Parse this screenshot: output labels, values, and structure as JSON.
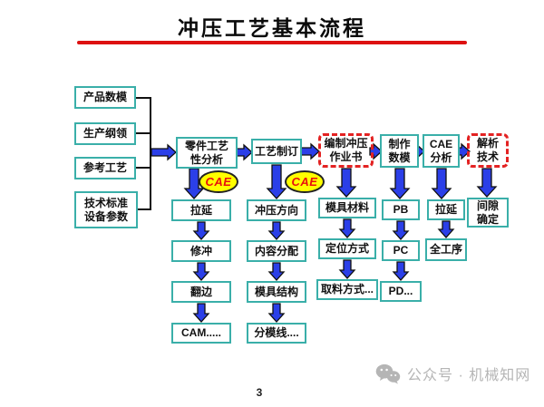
{
  "page": {
    "title": "冲压工艺基本流程",
    "page_number": "3",
    "watermark_text": "公众号 · 机械知网"
  },
  "inputs": [
    "产品数模",
    "生产纲领",
    "参考工艺",
    "技术标准\n设备参数"
  ],
  "main_flow": [
    "零件工艺\n性分析",
    "工艺制订",
    "编制冲压\n作业书",
    "制作\n数模",
    "CAE\n分析",
    "解析\n技术"
  ],
  "cae_badges": [
    "CAE",
    "CAE"
  ],
  "col1": [
    "拉延",
    "修冲",
    "翻边",
    "CAM....."
  ],
  "col2": [
    "冲压方向",
    "内容分配",
    "模具结构",
    "分模线...."
  ],
  "col3": [
    "模具材料",
    "定位方式",
    "取料方式..."
  ],
  "col4": [
    "PB",
    "PC",
    "PD..."
  ],
  "col5": [
    "拉延",
    "全工序"
  ],
  "col6": [
    "间隙\n确定"
  ],
  "colors": {
    "box_border_teal": "#3aafa9",
    "dashed_border_red": "#e32222",
    "arrow_blue": "#2b3fe8",
    "cae_fill_yellow": "#ffff00",
    "cae_text_red": "#e80f0f",
    "title_rule_red": "#dd1111",
    "watermark_gray": "#b5b5b5"
  }
}
